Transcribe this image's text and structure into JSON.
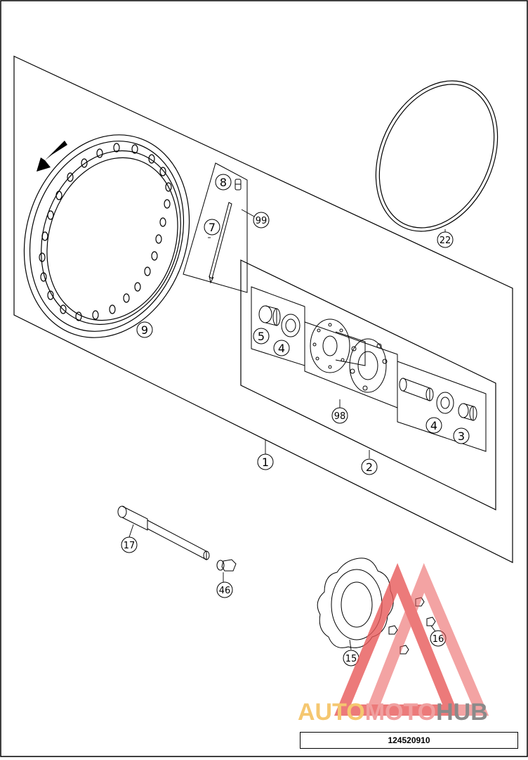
{
  "diagram": {
    "figure_code": "124520910",
    "callouts": {
      "c1": "1",
      "c2": "2",
      "c3": "3",
      "c4a": "4",
      "c4b": "4",
      "c5": "5",
      "c7": "7",
      "c8": "8",
      "c9": "9",
      "c15": "15",
      "c16": "16",
      "c17": "17",
      "c22": "22",
      "c46": "46",
      "c98": "98",
      "c99": "99"
    }
  },
  "watermark": {
    "part1": "AUTO",
    "part2": "MOTO",
    "part3": "HUB",
    "colors": {
      "auto": "#f5c770",
      "moto": "#f0a0a0",
      "hub": "#8a8a8a",
      "triangle": "#e85a5a"
    }
  }
}
